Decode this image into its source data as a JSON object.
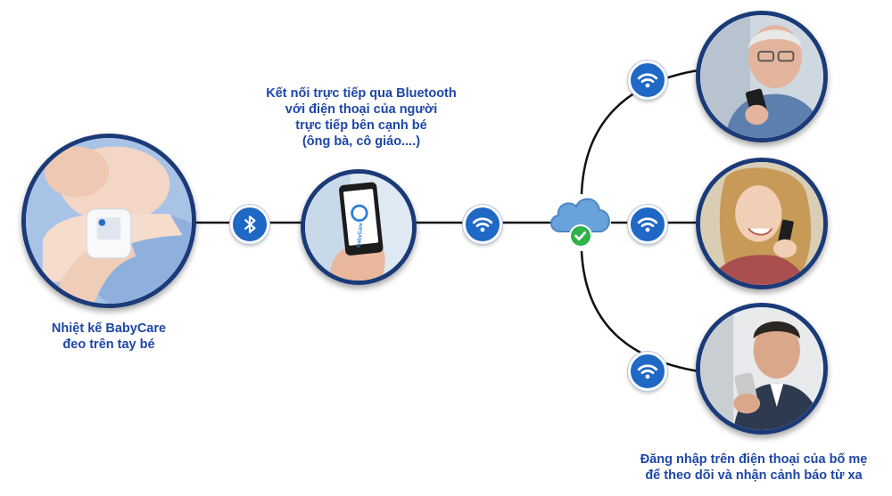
{
  "captions": {
    "baby": [
      "Nhiệt kế BabyCare",
      "đeo trên tay bé"
    ],
    "bluetooth_phone": [
      "Kết nối trực tiếp qua Bluetooth",
      "với điện thoại của người",
      "trực tiếp bên cạnh bé",
      "(ông bà, cô giáo....)"
    ],
    "remote": [
      "Đăng nhập trên điện thoại của bố mẹ",
      "để theo dõi và nhận cảnh báo từ xa"
    ]
  },
  "device": {
    "logo_text": "BabyCare"
  },
  "icons": {
    "bluetooth": "bluetooth-icon",
    "wifi": "wifi-icon",
    "cloud": "cloud-icon",
    "check": "checkmark-icon"
  },
  "colors": {
    "brand_blue": "#1d47a6",
    "badge_blue": "#1f68c5",
    "circle_border": "#1a3a78",
    "cloud_blue": "#6aa3db",
    "check_green": "#2fb24a"
  }
}
